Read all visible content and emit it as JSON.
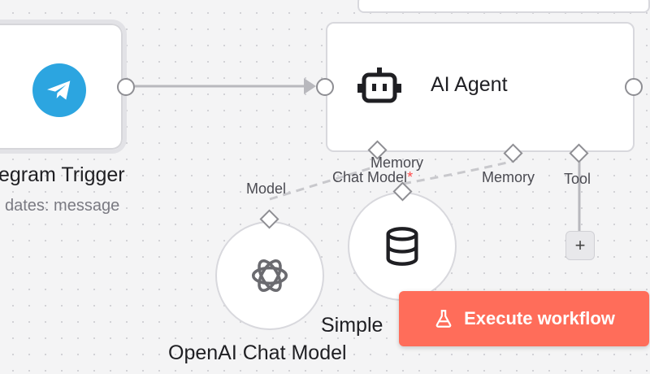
{
  "canvas": {
    "background": "#f4f4f5",
    "dot_color": "#c7c7cc"
  },
  "telegram_trigger": {
    "name": "egram Trigger",
    "subtitle": "dates: message",
    "icon": "telegram-icon",
    "color": "#2ca5e0"
  },
  "ai_agent": {
    "title": "AI Agent",
    "icon": "robot-icon",
    "ports": {
      "chat_model_label": "Chat Model",
      "chat_model_required": "*",
      "memory_label": "Memory",
      "tool_label": "Tool"
    }
  },
  "openai_chat_model": {
    "name": "OpenAI Chat Model",
    "icon": "openai-icon",
    "port_label": "Model"
  },
  "simple_memory": {
    "name": "Simple",
    "icon": "database-icon",
    "port_label": "Memory"
  },
  "tool_add": {
    "label": "+"
  },
  "execute_workflow": {
    "label": "Execute workflow",
    "icon": "flask-icon",
    "color": "#ff6d5a"
  }
}
